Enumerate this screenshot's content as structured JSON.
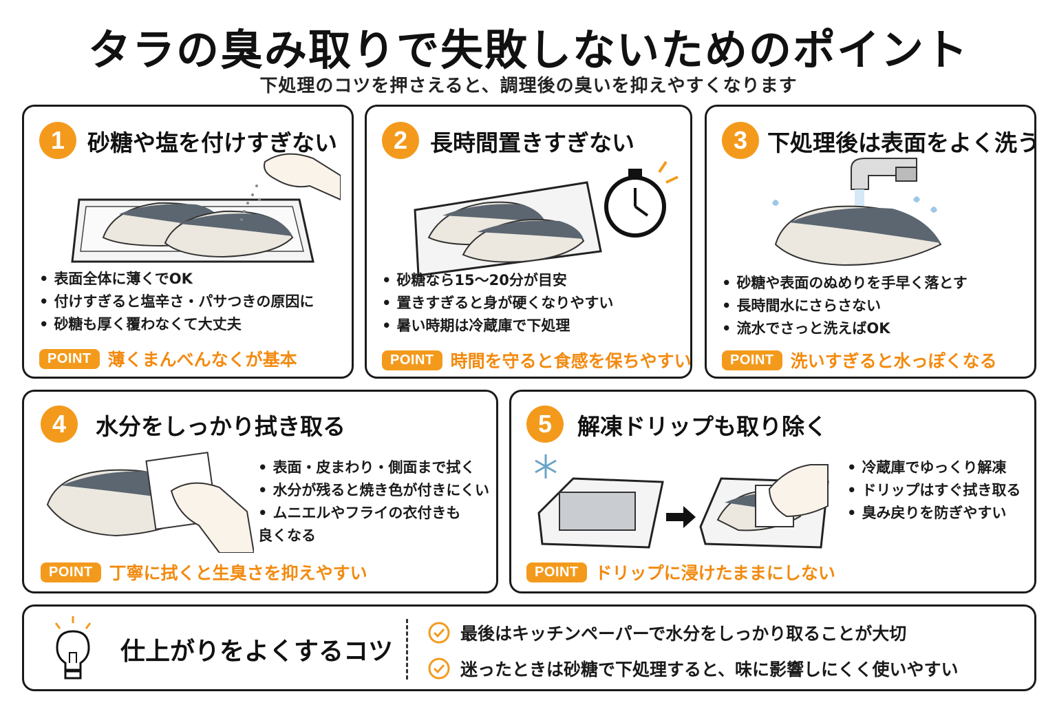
{
  "header": {
    "title": "タラの臭み取りで失敗しないためのポイント",
    "subtitle": "下処理のコツを押さえると、調理後の臭いを抑えやすくなります"
  },
  "cards": [
    {
      "number": "1",
      "title": "砂糖や塩を付けすぎない",
      "bullets": [
        "表面全体に薄くでOK",
        "付けすぎると塩辛さ・パサつきの原因に",
        "砂糖も厚く覆わなくて大丈夫"
      ],
      "point_label": "POINT",
      "point_text": "薄くまんべんなくが基本"
    },
    {
      "number": "2",
      "title": "長時間置きすぎない",
      "bullets": [
        "砂糖なら15〜20分が目安",
        "置きすぎると身が硬くなりやすい",
        "暑い時期は冷蔵庫で下処理"
      ],
      "point_label": "POINT",
      "point_text": "時間を守ると食感を保ちやすい"
    },
    {
      "number": "3",
      "title": "下処理後は表面をよく洗う",
      "bullets": [
        "砂糖や表面のぬめりを手早く落とす",
        "長時間水にさらさない",
        "流水でさっと洗えばOK"
      ],
      "point_label": "POINT",
      "point_text": "洗いすぎると水っぽくなる"
    },
    {
      "number": "4",
      "title": "水分をしっかり拭き取る",
      "bullets": [
        "表面・皮まわり・側面まで拭く",
        "水分が残ると焼き色が付きにくい",
        "ムニエルやフライの衣付きも良くなる"
      ],
      "point_label": "POINT",
      "point_text": "丁寧に拭くと生臭さを抑えやすい"
    },
    {
      "number": "5",
      "title": "解凍ドリップも取り除く",
      "bullets": [
        "冷蔵庫でゆっくり解凍",
        "ドリップはすぐ拭き取る",
        "臭み戻りを防ぎやすい"
      ],
      "point_label": "POINT",
      "point_text": "ドリップに浸けたままにしない"
    }
  ],
  "tips": {
    "title": "仕上がりをよくするコツ",
    "items": [
      "最後はキッチンペーパーで水分をしっかり取ることが大切",
      "迷ったときは砂糖で下処理すると、味に影響しにくく使いやすい"
    ]
  },
  "colors": {
    "accent": "#f39a1c",
    "accent_text": "#f28a0f",
    "border": "#1a1a1a"
  },
  "icons": [
    "hand-sprinkle-icon",
    "stopwatch-icon",
    "faucet-icon",
    "paper-towel-hand-icon",
    "snowflake-icon",
    "arrow-right-icon",
    "lightbulb-icon",
    "check-circle-icon"
  ]
}
